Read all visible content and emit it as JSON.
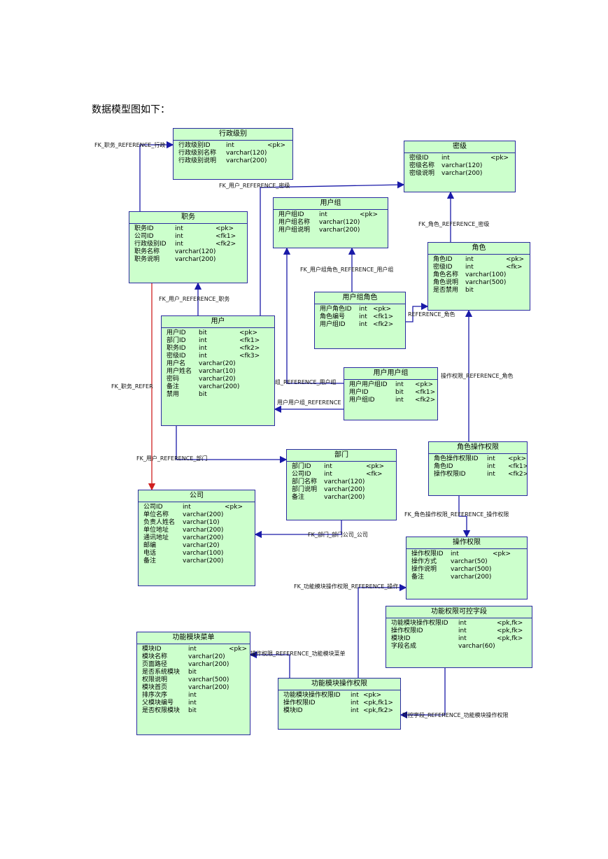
{
  "intro": "数据模型图如下：",
  "entities": [
    {
      "id": "xzjb",
      "title": "行政级别",
      "cols": [
        {
          "name": "行政级别ID",
          "type": "int",
          "key": "<pk>"
        },
        {
          "name": "行政级别名称",
          "type": "varchar(120)",
          "key": ""
        },
        {
          "name": "行政级别说明",
          "type": "varchar(200)",
          "key": ""
        }
      ]
    },
    {
      "id": "mj",
      "title": "密级",
      "cols": [
        {
          "name": "密级ID",
          "type": "int",
          "key": "<pk>"
        },
        {
          "name": "密级名称",
          "type": "varchar(120)",
          "key": ""
        },
        {
          "name": "密级说明",
          "type": "varchar(200)",
          "key": ""
        }
      ]
    },
    {
      "id": "zw",
      "title": "职务",
      "cols": [
        {
          "name": "职务ID",
          "type": "int",
          "key": "<pk>"
        },
        {
          "name": "公司ID",
          "type": "int",
          "key": "<fk1>"
        },
        {
          "name": "行政级别ID",
          "type": "int",
          "key": "<fk2>"
        },
        {
          "name": "职务名称",
          "type": "varchar(120)",
          "key": ""
        },
        {
          "name": "职务说明",
          "type": "varchar(200)",
          "key": ""
        }
      ]
    },
    {
      "id": "yhz",
      "title": "用户组",
      "cols": [
        {
          "name": "用户组ID",
          "type": "int",
          "key": "<pk>"
        },
        {
          "name": "用户组名称",
          "type": "varchar(120)",
          "key": ""
        },
        {
          "name": "用户组说明",
          "type": "varchar(200)",
          "key": ""
        }
      ]
    },
    {
      "id": "js",
      "title": "角色",
      "cols": [
        {
          "name": "角色ID",
          "type": "int",
          "key": "<pk>"
        },
        {
          "name": "密级ID",
          "type": "int",
          "key": "<fk>"
        },
        {
          "name": "角色名称",
          "type": "varchar(100)",
          "key": ""
        },
        {
          "name": "角色说明",
          "type": "varchar(500)",
          "key": ""
        },
        {
          "name": "是否禁用",
          "type": "bit",
          "key": ""
        }
      ]
    },
    {
      "id": "yhzjs",
      "title": "用户组角色",
      "cols": [
        {
          "name": "用户角色ID",
          "type": "int",
          "key": "<pk>"
        },
        {
          "name": "角色编号",
          "type": "int",
          "key": "<fk1>"
        },
        {
          "name": "用户组ID",
          "type": "int",
          "key": "<fk2>"
        }
      ]
    },
    {
      "id": "yh",
      "title": "用户",
      "cols": [
        {
          "name": "用户ID",
          "type": "bit",
          "key": "<pk>"
        },
        {
          "name": "部门ID",
          "type": "int",
          "key": "<fk1>"
        },
        {
          "name": "职务ID",
          "type": "int",
          "key": "<fk2>"
        },
        {
          "name": "密级ID",
          "type": "int",
          "key": "<fk3>"
        },
        {
          "name": "用户名",
          "type": "varchar(20)",
          "key": ""
        },
        {
          "name": "用户姓名",
          "type": "varchar(10)",
          "key": ""
        },
        {
          "name": "密码",
          "type": "varchar(20)",
          "key": ""
        },
        {
          "name": "备注",
          "type": "varchar(200)",
          "key": ""
        },
        {
          "name": "禁用",
          "type": "bit",
          "key": ""
        }
      ]
    },
    {
      "id": "yhyhz",
      "title": "用户用户组",
      "cols": [
        {
          "name": "用户用户组ID",
          "type": "int",
          "key": "<pk>"
        },
        {
          "name": "用户ID",
          "type": "bit",
          "key": "<fk1>"
        },
        {
          "name": "用户组ID",
          "type": "int",
          "key": "<fk2>"
        }
      ]
    },
    {
      "id": "jsczqx",
      "title": "角色操作权限",
      "cols": [
        {
          "name": "角色操作权限ID",
          "type": "int",
          "key": "<pk>"
        },
        {
          "name": "角色ID",
          "type": "int",
          "key": "<fk1>"
        },
        {
          "name": "操作权限ID",
          "type": "int",
          "key": "<fk2>"
        }
      ]
    },
    {
      "id": "bm",
      "title": "部门",
      "cols": [
        {
          "name": "部门ID",
          "type": "int",
          "key": "<pk>"
        },
        {
          "name": "公司ID",
          "type": "int",
          "key": "<fk>"
        },
        {
          "name": "部门名称",
          "type": "varchar(120)",
          "key": ""
        },
        {
          "name": "部门说明",
          "type": "varchar(200)",
          "key": ""
        },
        {
          "name": "备注",
          "type": "varchar(200)",
          "key": ""
        }
      ]
    },
    {
      "id": "gs",
      "title": "公司",
      "cols": [
        {
          "name": "公司ID",
          "type": "int",
          "key": "<pk>"
        },
        {
          "name": "单位名称",
          "type": "varchar(200)",
          "key": ""
        },
        {
          "name": "负责人姓名",
          "type": "varchar(10)",
          "key": ""
        },
        {
          "name": "单位地址",
          "type": "varchar(200)",
          "key": ""
        },
        {
          "name": "通讯地址",
          "type": "varchar(200)",
          "key": ""
        },
        {
          "name": "邮编",
          "type": "varchar(20)",
          "key": ""
        },
        {
          "name": "电话",
          "type": "varchar(100)",
          "key": ""
        },
        {
          "name": "备注",
          "type": "varchar(200)",
          "key": ""
        }
      ]
    },
    {
      "id": "czqx",
      "title": "操作权限",
      "cols": [
        {
          "name": "操作权限ID",
          "type": "int",
          "key": "<pk>"
        },
        {
          "name": "操作方式",
          "type": "varchar(50)",
          "key": ""
        },
        {
          "name": "操作说明",
          "type": "varchar(500)",
          "key": ""
        },
        {
          "name": "备注",
          "type": "varchar(200)",
          "key": ""
        }
      ]
    },
    {
      "id": "gnqxkkzd",
      "title": "功能权限可控字段",
      "cols": [
        {
          "name": "功能模块操作权限ID",
          "type": "int",
          "key": "<pk,fk>"
        },
        {
          "name": "操作权限ID",
          "type": "int",
          "key": "<pk,fk>"
        },
        {
          "name": "模块ID",
          "type": "int",
          "key": "<pk,fk>"
        },
        {
          "name": "字段名成",
          "type": "varchar(60)",
          "key": ""
        }
      ]
    },
    {
      "id": "gnmkcd",
      "title": "功能模块菜单",
      "cols": [
        {
          "name": "模块ID",
          "type": "int",
          "key": "<pk>"
        },
        {
          "name": "模块名称",
          "type": "varchar(20)",
          "key": ""
        },
        {
          "name": "页面路径",
          "type": "varchar(200)",
          "key": ""
        },
        {
          "name": "是否系统模块",
          "type": "bit",
          "key": ""
        },
        {
          "name": "权限说明",
          "type": "varchar(500)",
          "key": ""
        },
        {
          "name": "模块首页",
          "type": "varchar(200)",
          "key": ""
        },
        {
          "name": "排序次序",
          "type": "int",
          "key": ""
        },
        {
          "name": "父模块编号",
          "type": "int",
          "key": ""
        },
        {
          "name": "是否权限模块",
          "type": "bit",
          "key": ""
        }
      ]
    },
    {
      "id": "gnmkczqx",
      "title": "功能模块操作权限",
      "cols": [
        {
          "name": "功能模块操作权限ID",
          "type": "int",
          "key": "<pk>"
        },
        {
          "name": "操作权限ID",
          "type": "int",
          "key": "<pk,fk1>"
        },
        {
          "name": "模块ID",
          "type": "int",
          "key": "<pk,fk2>"
        }
      ]
    }
  ],
  "relationships": [
    "FK_职务_REFERENCE_行政",
    "FK_用户_REFERENCE_密级",
    "FK_角色_REFERENCE_密级",
    "FK_用户组角色_REFERENCE_用户组",
    "FK_用户_REFERENCE_职务",
    "REFERENCE_角色",
    "组_REFERENCE_用户组",
    "FK_职务_REFER",
    "操作权限_REFERENCE_角色",
    "用户用户组_REFERENCE",
    "FK_用户_REFERENCE_部门",
    "FK_部门_部门公司_公司",
    "FK_角色操作权限_REFERENCE_操作权限",
    "FK_功能模块操作权限_REFERENCE_操作",
    "操作权限_REFERENCE_功能模块菜单",
    "可控字段_REFERENCE_功能模块操作权限"
  ]
}
